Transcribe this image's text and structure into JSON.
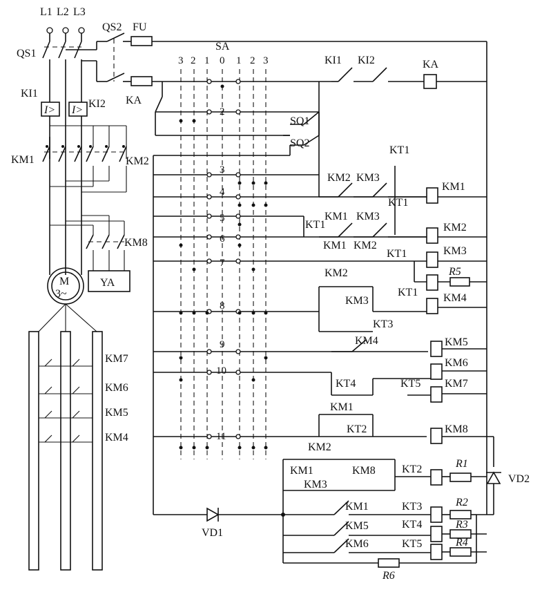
{
  "labels": {
    "L1": "L1",
    "L2": "L2",
    "L3": "L3",
    "QS1": "QS1",
    "QS2": "QS2",
    "FU": "FU",
    "SA": "SA",
    "KI1": "KI1",
    "KI2": "KI2",
    "KI_box1": "I>",
    "KI_box2": "I>",
    "KA_left": "KA",
    "KA_coil": "KA",
    "KI1_contact": "KI1",
    "KI2_contact": "KI2",
    "SQ1": "SQ1",
    "SQ2": "SQ2",
    "KM1": "KM1",
    "KM2": "KM2",
    "KM3": "KM3",
    "KM4": "KM4",
    "KM5": "KM5",
    "KM6": "KM6",
    "KM7": "KM7",
    "KM8": "KM8",
    "YA": "YA",
    "motor_M": "M",
    "motor_3": "3~",
    "KT1": "KT1",
    "KT2": "KT2",
    "KT3": "KT3",
    "KT4": "KT4",
    "KT5": "KT5",
    "R1": "R1",
    "R2": "R2",
    "R3": "R3",
    "R4": "R4",
    "R5": "R5",
    "R6": "R6",
    "VD1": "VD1",
    "VD2": "VD2"
  },
  "switch_positions": [
    "3",
    "2",
    "1",
    "0",
    "1",
    "2",
    "3"
  ],
  "row_numbers": [
    "2",
    "3",
    "4",
    "5",
    "6",
    "7",
    "8",
    "9",
    "10",
    "11"
  ]
}
